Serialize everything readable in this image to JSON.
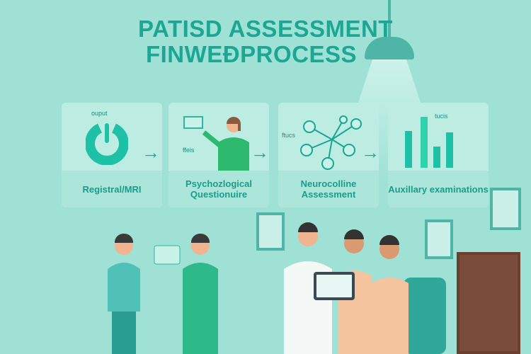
{
  "title": {
    "line1": "PATISD ASSESSMENT",
    "line2": "FINWEÐPROCESS"
  },
  "steps": [
    {
      "label": "Registral/MRI",
      "icon_text": "ouput",
      "icon": "power-icon"
    },
    {
      "label": "Psychozlogical Questionuire",
      "icon_text": "ffeis",
      "icon": "presenter-icon"
    },
    {
      "label": "Neurocolline Assessment",
      "icon_text": "ftucs",
      "icon": "network-icon"
    },
    {
      "label": "Auxillary examinations",
      "icon_text": "tucis",
      "icon": "bar-chart-icon"
    }
  ],
  "colors": {
    "accent": "#1ba794",
    "background": "#9fe2d5",
    "card": "#bdece3"
  }
}
